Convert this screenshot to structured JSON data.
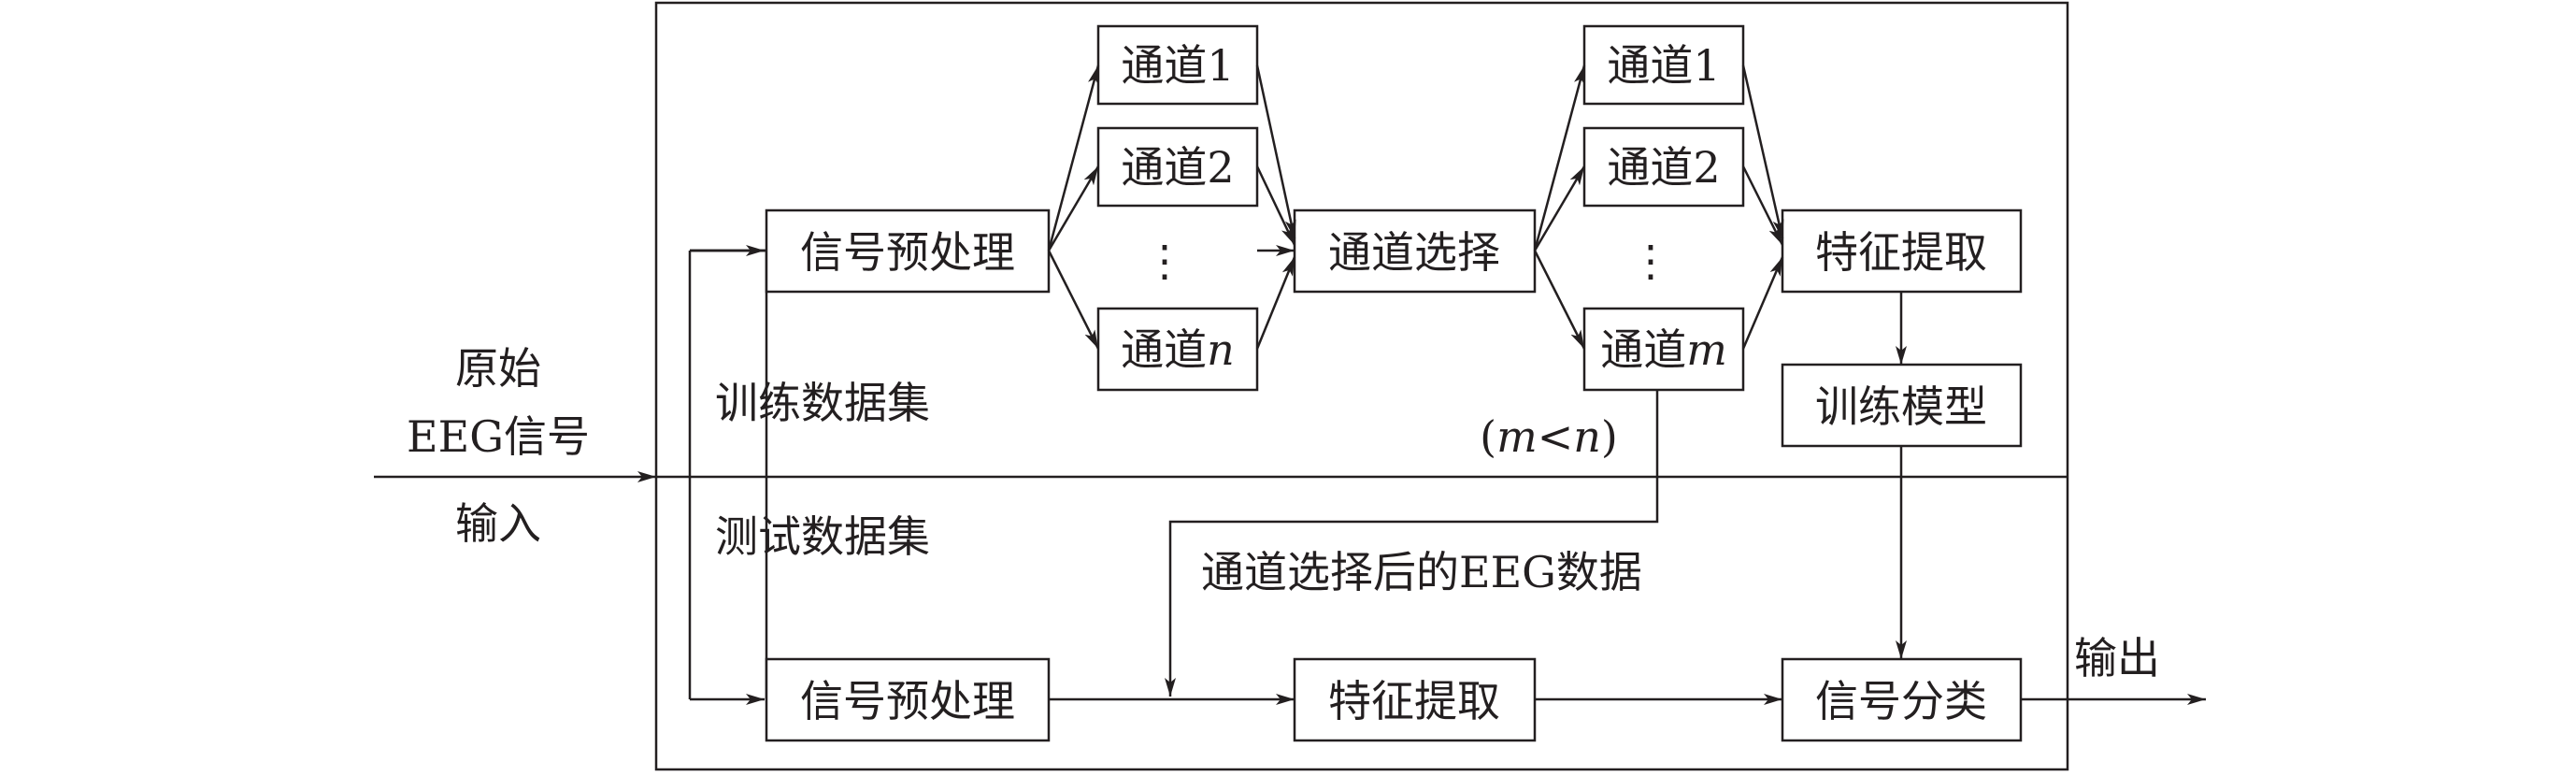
{
  "input": {
    "line1": "原始",
    "line2": "EEG信号",
    "line3": "输入"
  },
  "output": {
    "label": "输出"
  },
  "sections": {
    "train": "训练数据集",
    "test": "测试数据集"
  },
  "train": {
    "preprocess": "信号预处理",
    "channels_in": [
      {
        "base": "通道",
        "num": "1"
      },
      {
        "base": "通道",
        "num": "2"
      },
      {
        "base": "通道",
        "num": "n",
        "italic": true
      }
    ],
    "channel_select": "通道选择",
    "channels_out": [
      {
        "base": "通道",
        "num": "1"
      },
      {
        "base": "通道",
        "num": "2"
      },
      {
        "base": "通道",
        "num": "m",
        "italic": true
      }
    ],
    "feature": "特征提取",
    "train_model": "训练模型",
    "constraint": {
      "open": "(",
      "m": "m",
      "lt": "<",
      "n": "n",
      "close": ")"
    }
  },
  "test": {
    "preprocess": "信号预处理",
    "selected_label": "通道选择后的EEG数据",
    "feature": "特征提取",
    "classify": "信号分类"
  },
  "ellipsis": "⋮"
}
